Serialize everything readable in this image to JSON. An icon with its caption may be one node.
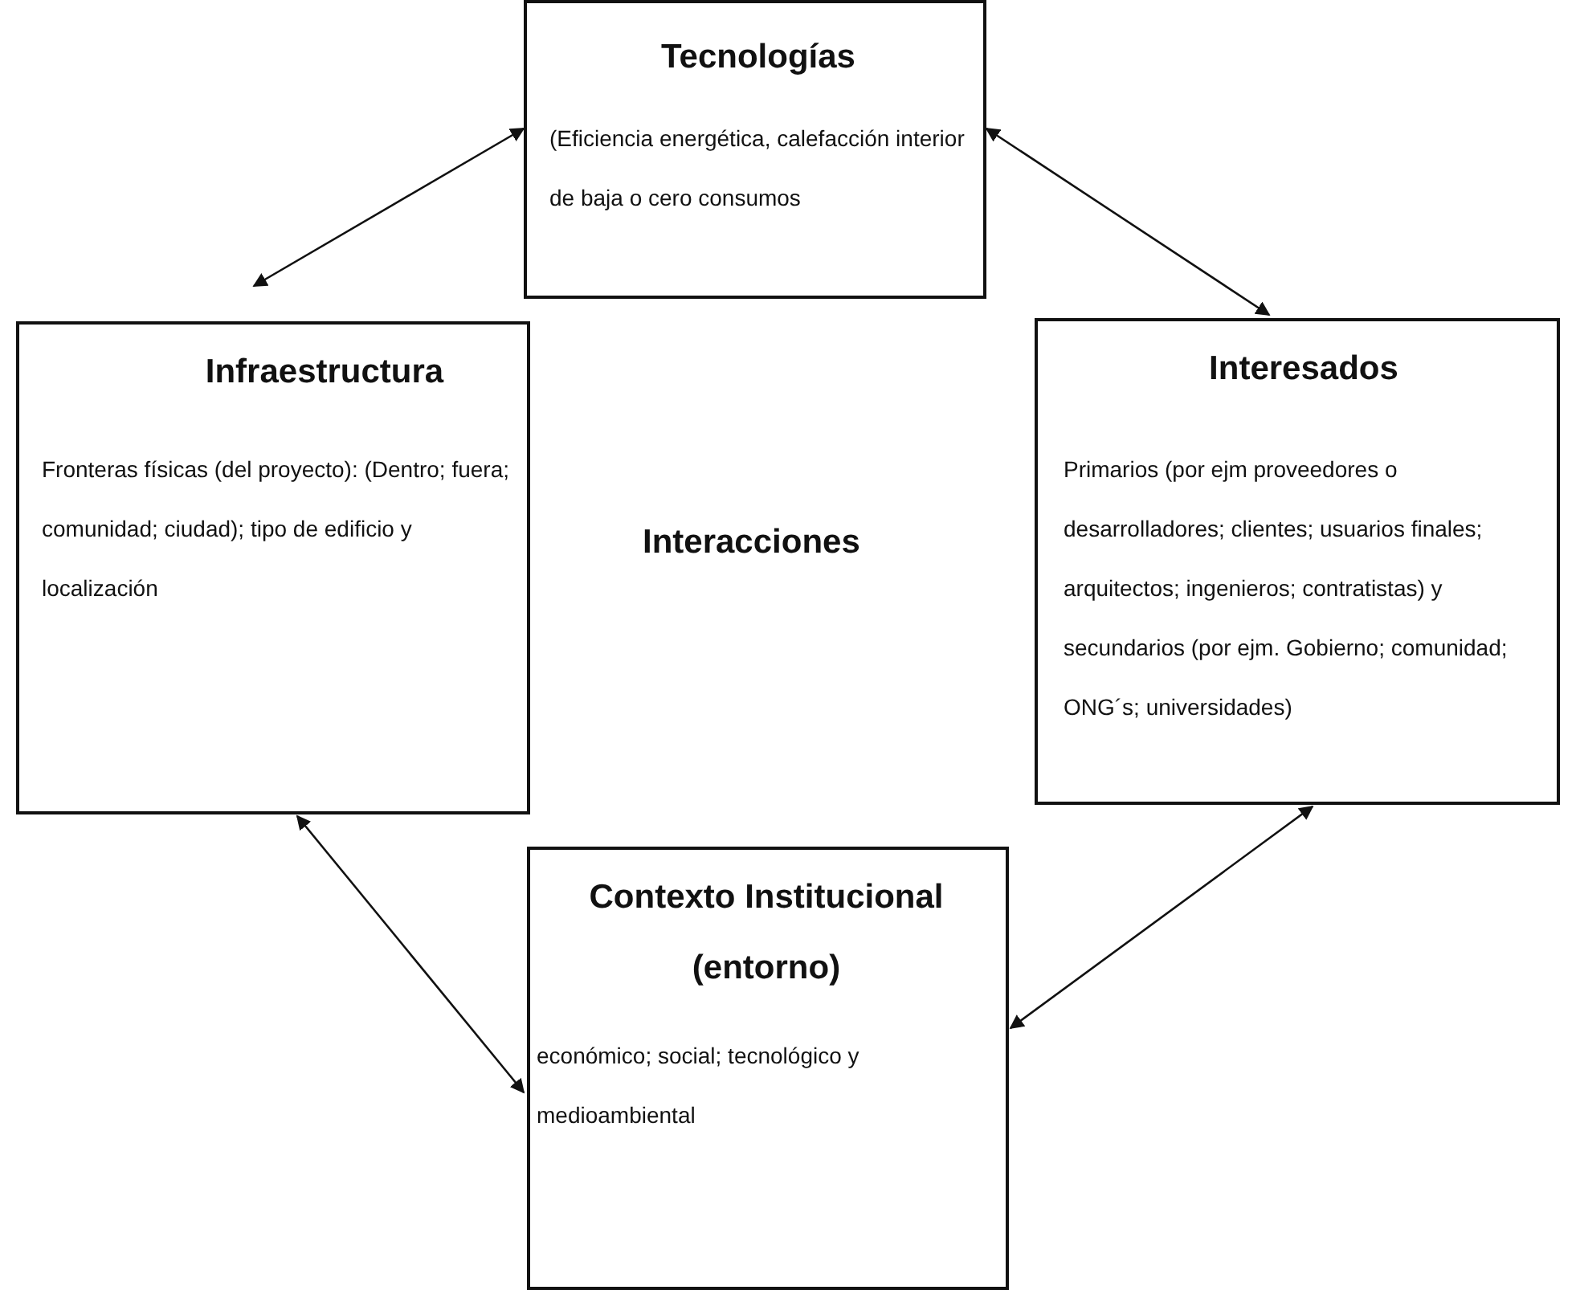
{
  "diagram": {
    "nodes": [
      {
        "text": [
          "Tecnologías",
          "(Eficiencia energética, calefacción interior de baja o cero consumos"
        ]
      },
      {
        "text": [
          "Infraestructura",
          "Fronteras físicas (del proyecto): (Dentro; fuera; comunidad; ciudad); tipo de edificio y localización"
        ]
      },
      {
        "text": [
          "Interesados",
          "Primarios (por ejm proveedores o desarrolladores; clientes; usuarios finales; arquitectos; ingenieros; contratistas) y secundarios (por ejm. Gobierno; comunidad; ONG´s; universidades)"
        ]
      },
      {
        "text": [
          "Contexto Institucional (entorno)",
          "económico; social; tecnológico y medioambiental"
        ]
      }
    ],
    "edges": [
      {
        "from": 0,
        "to": 1,
        "arrow": "both"
      },
      {
        "from": 0,
        "to": 2,
        "arrow": "both"
      },
      {
        "from": 1,
        "to": 3,
        "arrow": "both"
      },
      {
        "from": 2,
        "to": 3,
        "arrow": "both"
      }
    ],
    "labels": [
      "Interacciones"
    ]
  }
}
